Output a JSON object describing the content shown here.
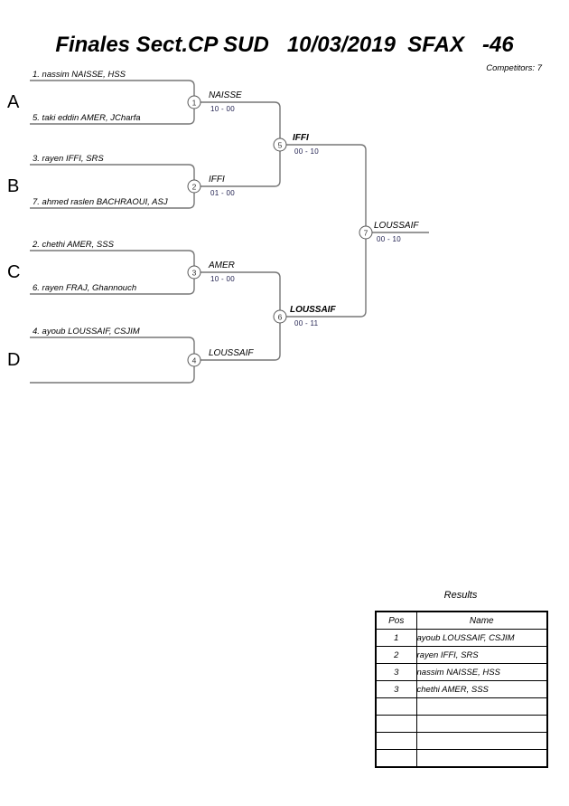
{
  "page": {
    "title": "Finales Sect.CP SUD   10/03/2019  SFAX   -46",
    "competitors_label": "Competitors: 7"
  },
  "bracket": {
    "groups": [
      {
        "letter": "A",
        "top": "1. nassim NAISSE, HSS",
        "bottom": "5. taki eddin AMER, JCharfa"
      },
      {
        "letter": "B",
        "top": "3. rayen IFFI, SRS",
        "bottom": "7. ahmed raslen BACHRAOUI, ASJ"
      },
      {
        "letter": "C",
        "top": "2. chethi AMER, SSS",
        "bottom": "6. rayen FRAJ, Ghannouch"
      },
      {
        "letter": "D",
        "top": "4. ayoub LOUSSAIF, CSJIM",
        "bottom": ""
      }
    ],
    "matches": [
      {
        "number": "1",
        "winner": "NAISSE",
        "score": "10 - 00"
      },
      {
        "number": "2",
        "winner": "IFFI",
        "score": "01 - 00"
      },
      {
        "number": "3",
        "winner": "AMER",
        "score": "10 - 00"
      },
      {
        "number": "4",
        "winner": "LOUSSAIF",
        "score": ""
      },
      {
        "number": "5",
        "winner": "IFFI",
        "score": "00 - 10"
      },
      {
        "number": "6",
        "winner": "LOUSSAIF",
        "score": "00 - 11"
      },
      {
        "number": "7",
        "winner": "LOUSSAIF",
        "score": "00 - 10"
      }
    ]
  },
  "results": {
    "title": "Results",
    "headers": {
      "pos": "Pos",
      "name": "Name"
    },
    "rows": [
      {
        "pos": "1",
        "name": "ayoub LOUSSAIF, CSJIM"
      },
      {
        "pos": "2",
        "name": "rayen IFFI, SRS"
      },
      {
        "pos": "3",
        "name": "nassim NAISSE, HSS"
      },
      {
        "pos": "3",
        "name": "chethi AMER, SSS"
      },
      {
        "pos": "",
        "name": ""
      },
      {
        "pos": "",
        "name": ""
      },
      {
        "pos": "",
        "name": ""
      },
      {
        "pos": "",
        "name": ""
      }
    ]
  },
  "colors": {
    "line": "#767676",
    "score_text": "#1e1e4e"
  }
}
